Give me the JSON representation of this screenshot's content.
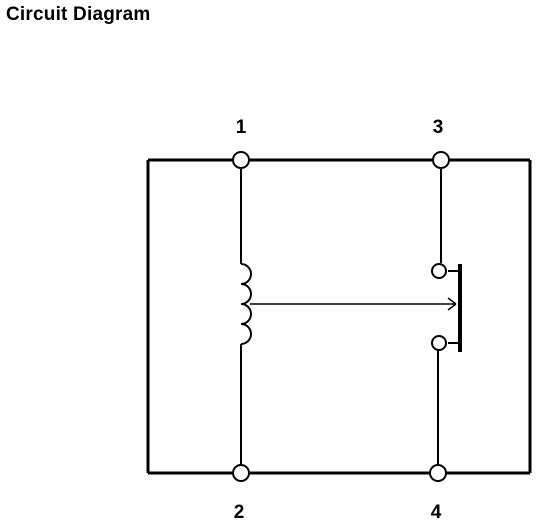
{
  "title": "Circuit Diagram",
  "terminals": {
    "t1": "1",
    "t2": "2",
    "t3": "3",
    "t4": "4"
  }
}
